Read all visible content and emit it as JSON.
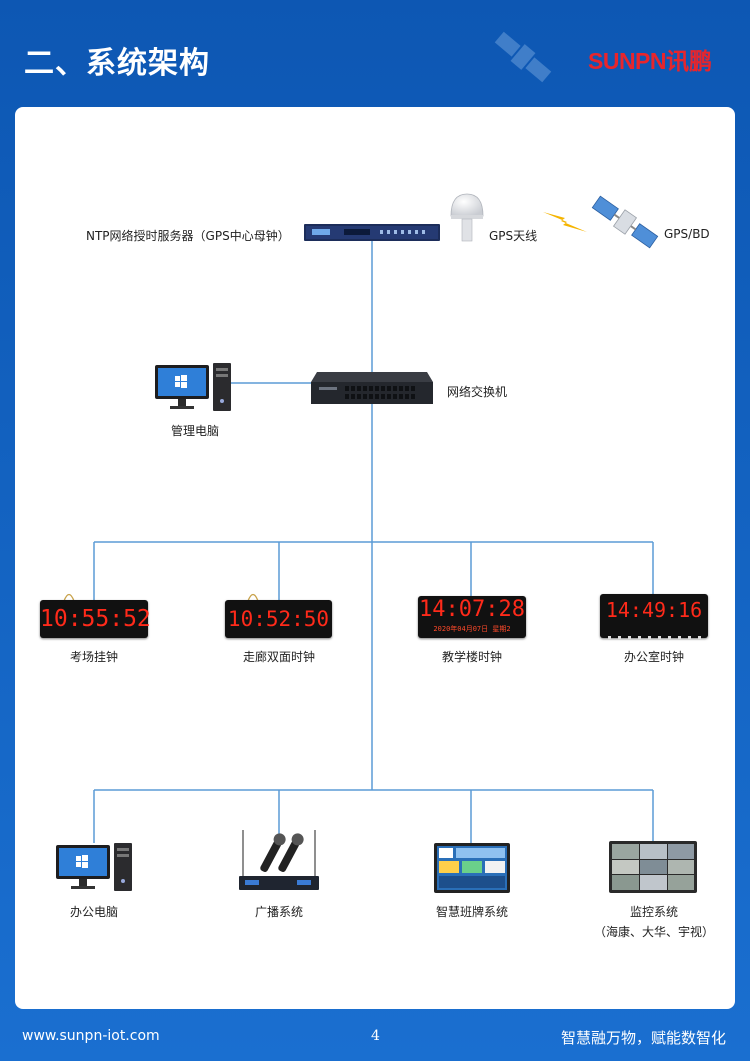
{
  "header": {
    "title": "二、系统架构",
    "logo_en": "SUNPN",
    "logo_cn": "讯鹏"
  },
  "diagram": {
    "ntp_server": "NTP网络授时服务器（GPS中心母钟）",
    "gps_antenna": "GPS天线",
    "satellite": "GPS/BD",
    "admin_pc": "管理电脑",
    "switch": "网络交换机",
    "clocks": [
      {
        "label": "考场挂钟",
        "time": "10:55:52"
      },
      {
        "label": "走廊双面时钟",
        "time": "10:52:50"
      },
      {
        "label": "教学楼时钟",
        "time": "14:07:28",
        "sub": "2020年04月07日 星期2"
      },
      {
        "label": "办公室时钟",
        "time": "14:49:16"
      }
    ],
    "systems": [
      {
        "label": "办公电脑"
      },
      {
        "label": "广播系统"
      },
      {
        "label": "智慧班牌系统"
      },
      {
        "label": "监控系统",
        "sub": "（海康、大华、宇视）"
      }
    ]
  },
  "footer": {
    "url": "www.sunpn-iot.com",
    "page": "4",
    "slogan": "智慧融万物，赋能数智化"
  },
  "colors": {
    "header_bg": "#0d57b3",
    "line": "#5b9bd5",
    "logo": "#e8252c",
    "clock_digits": "#ff2a1a"
  }
}
